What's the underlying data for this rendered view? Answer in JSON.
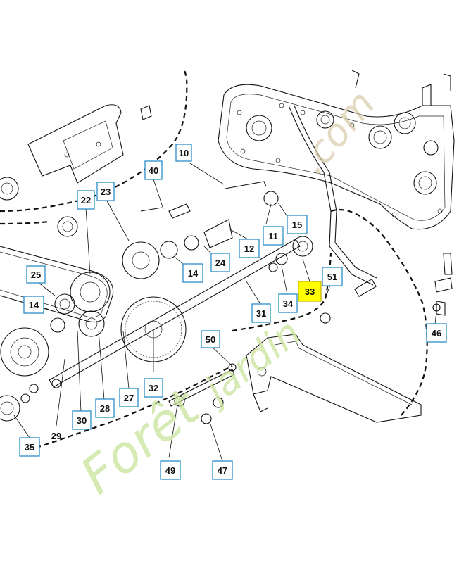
{
  "diagram": {
    "highlighted_part": "33",
    "callouts": [
      {
        "id": "10"
      },
      {
        "id": "11"
      },
      {
        "id": "12"
      },
      {
        "id": "14a",
        "label": "14"
      },
      {
        "id": "14b",
        "label": "14"
      },
      {
        "id": "15"
      },
      {
        "id": "22"
      },
      {
        "id": "23"
      },
      {
        "id": "24"
      },
      {
        "id": "25"
      },
      {
        "id": "27"
      },
      {
        "id": "28"
      },
      {
        "id": "29"
      },
      {
        "id": "30"
      },
      {
        "id": "31"
      },
      {
        "id": "32"
      },
      {
        "id": "33"
      },
      {
        "id": "34"
      },
      {
        "id": "35"
      },
      {
        "id": "40"
      },
      {
        "id": "46"
      },
      {
        "id": "47"
      },
      {
        "id": "49"
      },
      {
        "id": "50"
      },
      {
        "id": "51"
      }
    ],
    "labels": {
      "c10": "10",
      "c11": "11",
      "c12": "12",
      "c14a": "14",
      "c14b": "14",
      "c15": "15",
      "c22": "22",
      "c23": "23",
      "c24": "24",
      "c25": "25",
      "c27": "27",
      "c28": "28",
      "c29": "29",
      "c30": "30",
      "c31": "31",
      "c32": "32",
      "c33": "33",
      "c34": "34",
      "c35": "35",
      "c40": "40",
      "c46": "46",
      "c47": "47",
      "c49": "49",
      "c50": "50",
      "c51": "51"
    }
  },
  "watermark": {
    "text_main": "Forêt",
    "text_rest": "jardin",
    "text_dotcom": ".com",
    "colors": {
      "main": "#c9e39a",
      "dotcom": "#d9cba8"
    }
  }
}
